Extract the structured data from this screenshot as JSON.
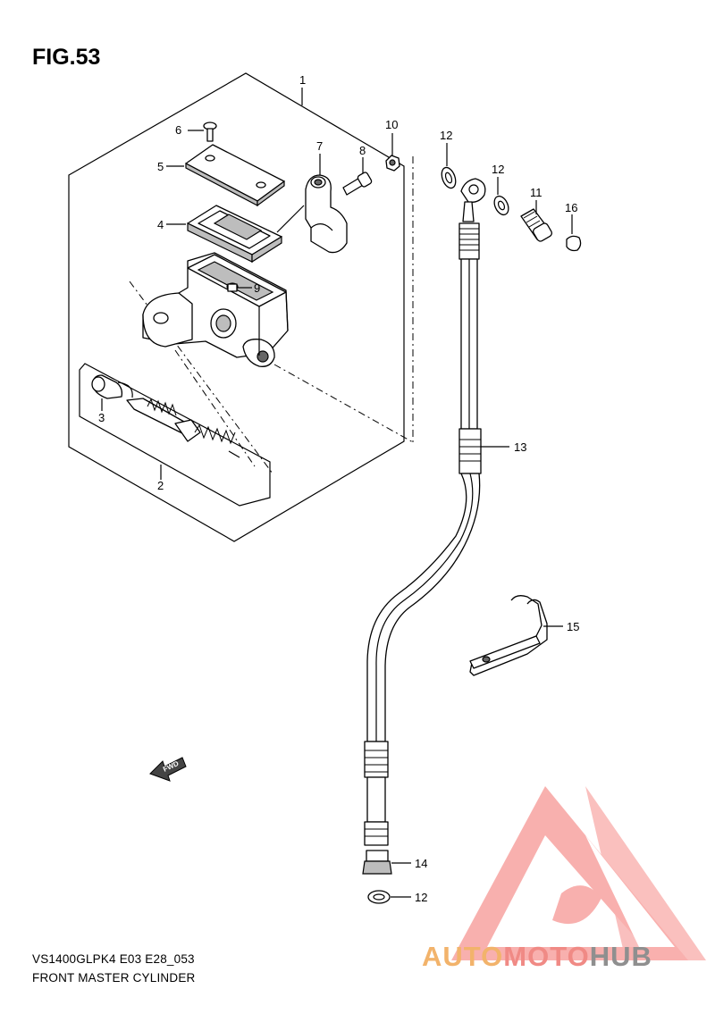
{
  "figure": {
    "title": "FIG.53",
    "model_code": "VS1400GLPK4 E03 E28_053",
    "caption": "FRONT MASTER CYLINDER"
  },
  "callouts": [
    {
      "id": "c1",
      "label": "1"
    },
    {
      "id": "c2",
      "label": "2"
    },
    {
      "id": "c3",
      "label": "3"
    },
    {
      "id": "c4",
      "label": "4"
    },
    {
      "id": "c5",
      "label": "5"
    },
    {
      "id": "c6",
      "label": "6"
    },
    {
      "id": "c7",
      "label": "7"
    },
    {
      "id": "c8",
      "label": "8"
    },
    {
      "id": "c9",
      "label": "9"
    },
    {
      "id": "c10",
      "label": "10"
    },
    {
      "id": "c11",
      "label": "11"
    },
    {
      "id": "c12a",
      "label": "12"
    },
    {
      "id": "c12b",
      "label": "12"
    },
    {
      "id": "c12c",
      "label": "12"
    },
    {
      "id": "c13",
      "label": "13"
    },
    {
      "id": "c14",
      "label": "14"
    },
    {
      "id": "c15",
      "label": "15"
    },
    {
      "id": "c16",
      "label": "16"
    }
  ],
  "fwd_label": "FWD",
  "watermark": {
    "part1": "AUTO",
    "part2": "MOTO",
    "part3": "HUB",
    "colors": {
      "auto": "#f2b36b",
      "moto": "#f08a85",
      "hub": "#8f8f8f",
      "logo": "#f7a3a0"
    }
  }
}
